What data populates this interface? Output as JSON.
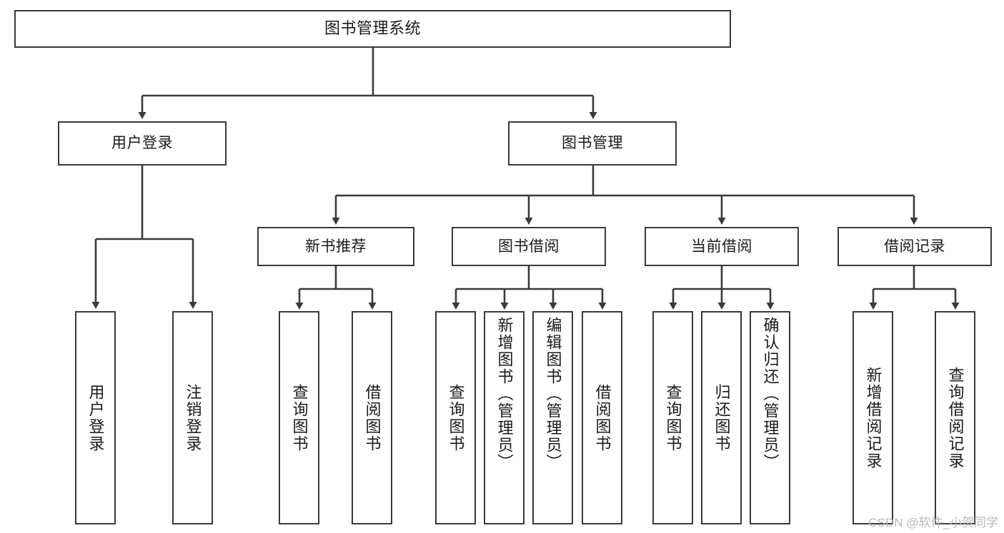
{
  "diagram": {
    "title": "图书管理系统",
    "type": "functional-structure-tree",
    "watermark": "CSDN @软件_小贺同学",
    "colors": {
      "box_border": "#3a3a3a",
      "box_fill": "#ffffff",
      "connector": "#3a3a3a",
      "text": "#1a1a1a",
      "watermark": "#b9b9b9"
    },
    "root": {
      "label": "图书管理系统"
    },
    "level2": [
      {
        "label": "用户登录"
      },
      {
        "label": "图书管理"
      }
    ],
    "level3": [
      {
        "label": "新书推荐"
      },
      {
        "label": "图书借阅"
      },
      {
        "label": "当前借阅"
      },
      {
        "label": "借阅记录"
      }
    ],
    "leaves": {
      "user_login": [
        {
          "label": "用户登录"
        },
        {
          "label": "注销登录"
        }
      ],
      "new_book_recommend": [
        {
          "label": "查询图书"
        },
        {
          "label": "借阅图书"
        }
      ],
      "book_borrow": [
        {
          "label": "查询图书"
        },
        {
          "label": "新增图书（管理员）"
        },
        {
          "label": "编辑图书（管理员）"
        },
        {
          "label": "借阅图书"
        }
      ],
      "current_borrow": [
        {
          "label": "查询图书"
        },
        {
          "label": "归还图书"
        },
        {
          "label": "确认归还（管理员）"
        }
      ],
      "borrow_record": [
        {
          "label": "新增借阅记录"
        },
        {
          "label": "查询借阅记录"
        }
      ]
    }
  }
}
